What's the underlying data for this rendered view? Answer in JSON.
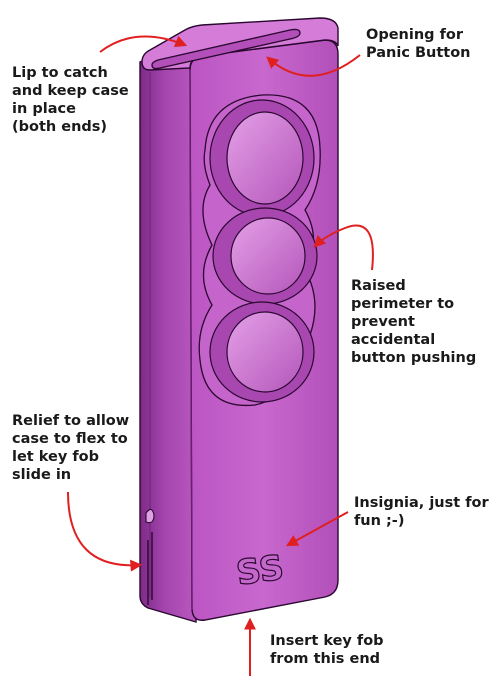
{
  "annotations": {
    "lip": [
      "Lip to catch",
      "and keep case",
      "in place",
      "(both ends)"
    ],
    "opening": [
      "Opening for",
      "Panic Button"
    ],
    "raised": [
      "Raised",
      "perimeter to",
      "prevent",
      "accidental",
      "button pushing"
    ],
    "relief": [
      "Relief to allow",
      "case to flex to",
      "let key fob",
      "slide in"
    ],
    "insignia": [
      "Insignia, just for",
      "fun ;-)"
    ],
    "insert": [
      "Insert key fob",
      "from this end"
    ]
  },
  "engraving": "SS",
  "colors": {
    "case_front": "#c25ec8",
    "case_side": "#9c3aa6",
    "case_top": "#d57fd9",
    "outline": "#2a0830",
    "arrow": "#e02020"
  }
}
